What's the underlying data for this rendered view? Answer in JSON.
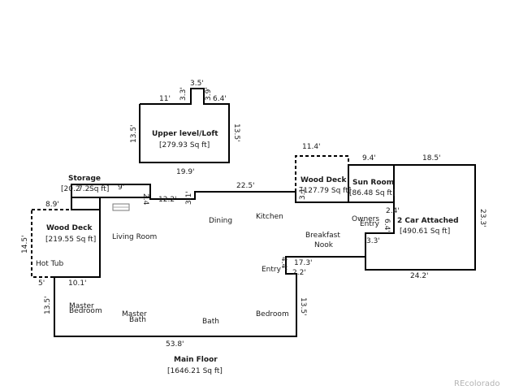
{
  "upper_level": {
    "title": "Upper level/Loft",
    "area": "[279.93 Sq ft]",
    "dims": {
      "top_bump": "3.5'",
      "top_left": "11'",
      "bump_left": "3.3'",
      "bump_right": "3.9'",
      "top_right": "6.4'",
      "left": "13.5'",
      "right": "13.5'",
      "bottom": "19.9'"
    }
  },
  "storage": {
    "title": "Storage",
    "area_a": "[20.2",
    "area_b": "7.2",
    "area_c": "Sq ft]",
    "dims": {
      "top": "9'",
      "left_side": "2.4",
      "step": "12.2'",
      "step_v": "3.1'"
    }
  },
  "wood_deck_left": {
    "title": "Wood Deck",
    "area": "[219.55 Sq ft]",
    "hot_tub": "Hot Tub",
    "dims": {
      "top": "8.9'",
      "left": "14.5'",
      "bottom_left": "5'",
      "bottom": "10.1'"
    }
  },
  "wood_deck_right": {
    "title": "Wood Deck",
    "area": "[127.79 Sq ft]",
    "dims": {
      "top": "11.4'",
      "left": "3.1'"
    }
  },
  "sun_room": {
    "title": "Sun Room",
    "area": "[86.48 Sq ft]",
    "dims": {
      "top": "9.4'"
    }
  },
  "garage": {
    "title": "2 Car Attached",
    "area": "[490.61 Sq ft]",
    "dims": {
      "top": "18.5'",
      "right": "23.3'",
      "bottom": "24.2'",
      "inner_a": "2.4'",
      "inner_b": "6.4'",
      "inner_c": "3.3'"
    }
  },
  "main_floor": {
    "title": "Main Floor",
    "area": "[1646.21 Sq ft]",
    "rooms": {
      "living": "Living Room",
      "dining": "Dining",
      "kitchen": "Kitchen",
      "breakfast": "Breakfast",
      "nook": "Nook",
      "owners": "Owners",
      "entry_owners": "Entry",
      "entry": "Entry",
      "master_bedroom_a": "Master",
      "master_bedroom_b": "Bedroom",
      "master_bath_a": "Master",
      "master_bath_b": "Bath",
      "bath": "Bath",
      "bedroom": "Bedroom"
    },
    "dims": {
      "top": "22.5'",
      "left": "13.5'",
      "bottom": "53.8'",
      "right": "13.5'",
      "entry_top": "17.3'",
      "entry_a": "4.4'",
      "entry_b": "2.2'"
    }
  },
  "watermark": "REcolorado"
}
